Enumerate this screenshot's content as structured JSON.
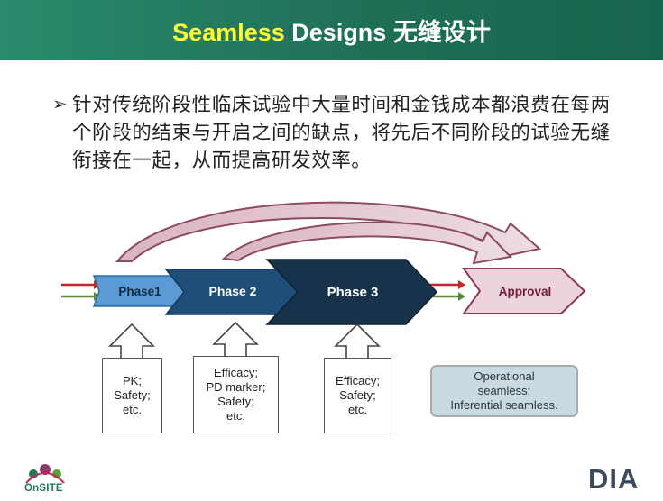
{
  "header": {
    "title_highlight": "Seamless",
    "title_rest": " Designs 无缝设计",
    "colors": {
      "bar": "#1f6f57",
      "highlight": "#ffff33"
    }
  },
  "bullet": {
    "marker": "➢",
    "text": "针对传统阶段性临床试验中大量时间和金钱成本都浪费在每两个阶段的结束与开启之间的缺点，将先后不同阶段的试验无缝衔接在一起，从而提高研发效率。"
  },
  "diagram": {
    "phases": [
      "Phase1",
      "Phase 2",
      "Phase 3"
    ],
    "approval": "Approval",
    "phase_colors": [
      "#5b9bd5",
      "#1f4e79",
      "#17324a"
    ],
    "approval_color": "#ecd3dc",
    "arrow_colors": {
      "red": "#c0282a",
      "green": "#5a8a3a"
    },
    "boxes": [
      "PK;\nSafety;\netc.",
      "Efficacy;\nPD marker;\nSafety;\netc.",
      "Efficacy;\nSafety;\netc."
    ],
    "operational_note": "Operational\nseamless;\nInferential seamless."
  },
  "footer": {
    "left_logo": {
      "on": "On",
      "site": "SITE"
    },
    "right_logo": "DIA"
  }
}
